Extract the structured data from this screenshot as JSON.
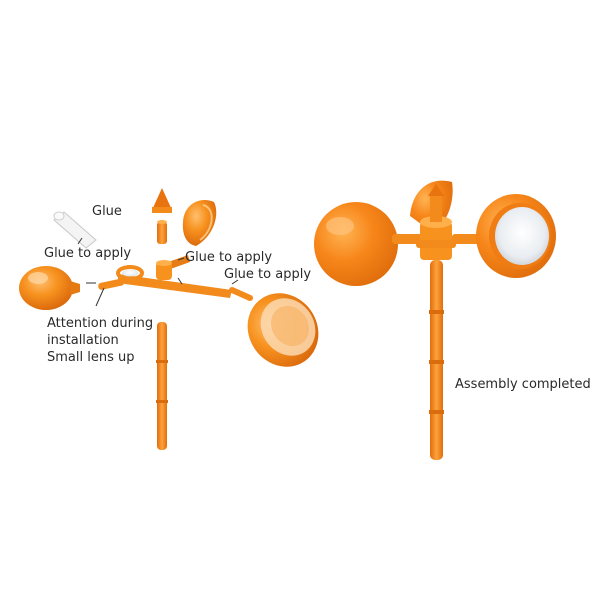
{
  "colors": {
    "accent": "#f28b1c",
    "accent_light": "#ffb04a",
    "accent_dark": "#d46a0a",
    "lens": "#eef2f6",
    "text": "#2a2a2a"
  },
  "labels": {
    "glue": "Glue",
    "glue_to_apply_left": "Glue to apply",
    "glue_to_apply_center": "Glue to apply",
    "glue_to_apply_right": "Glue to apply",
    "attention_line1": "Attention during",
    "attention_line2": "installation",
    "attention_line3": "Small lens up",
    "assembly_completed": "Assembly completed"
  }
}
